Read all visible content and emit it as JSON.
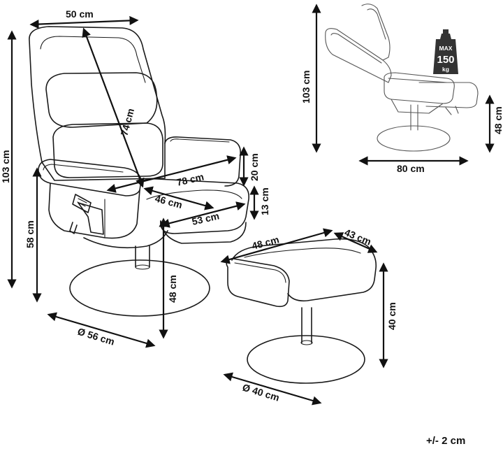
{
  "dimensions": {
    "chair_width": "50 cm",
    "backrest_length": "74 cm",
    "total_height": "103 cm",
    "armrest_height": "58 cm",
    "seat_height": "48 cm",
    "base_diameter": "Ø 56 cm",
    "armrest_length": "78 cm",
    "armrest_thickness": "20 cm",
    "seat_depth": "46 cm",
    "seat_width": "53 cm",
    "seat_thickness": "13 cm",
    "ottoman_length": "48 cm",
    "ottoman_depth": "43 cm",
    "ottoman_height": "40 cm",
    "ottoman_base_diameter": "Ø 40 cm",
    "reclined_height": "103 cm",
    "reclined_seat_height": "48 cm",
    "reclined_length": "80 cm"
  },
  "weight_badge": {
    "max_label": "MAX",
    "value": "150",
    "unit": "kg"
  },
  "tolerance": "+/- 2 cm",
  "colors": {
    "line": "#1a1a1a",
    "badge": "#333333",
    "background": "#ffffff"
  }
}
